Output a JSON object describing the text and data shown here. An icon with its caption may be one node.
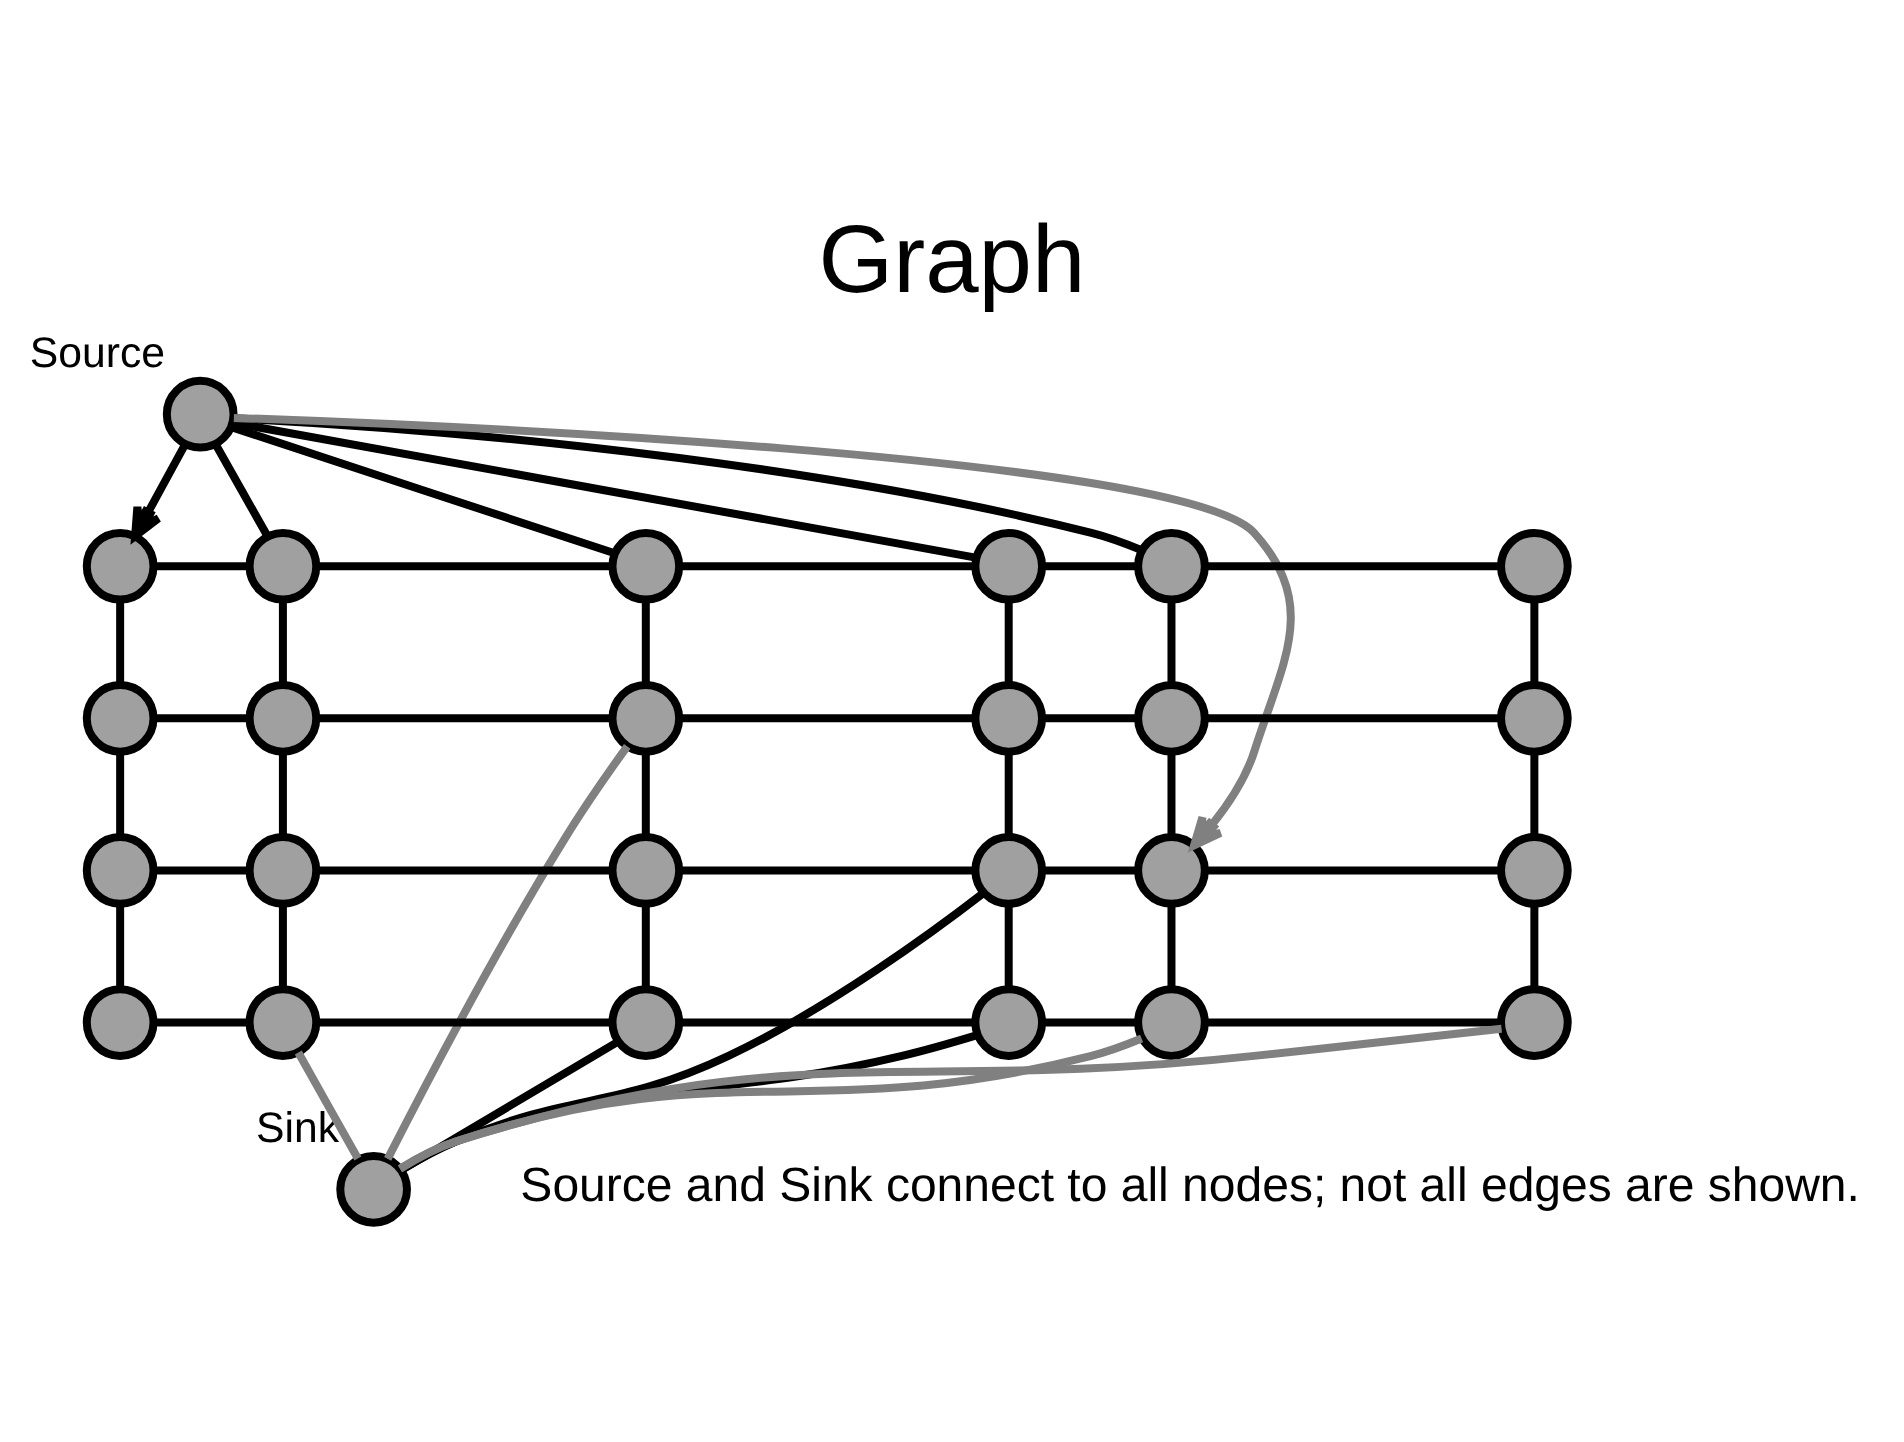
{
  "diagram": {
    "title": "Graph",
    "nodes": [
      {
        "text": [],
        "shape": "circle",
        "beside": [
          "Source"
        ]
      },
      {
        "text": [],
        "shape": "circle"
      },
      {
        "text": [],
        "shape": "circle"
      },
      {
        "text": [],
        "shape": "circle"
      },
      {
        "text": [],
        "shape": "circle"
      },
      {
        "text": [],
        "shape": "circle"
      },
      {
        "text": [],
        "shape": "circle"
      },
      {
        "text": [],
        "shape": "circle"
      },
      {
        "text": [],
        "shape": "circle"
      },
      {
        "text": [],
        "shape": "circle"
      },
      {
        "text": [],
        "shape": "circle"
      },
      {
        "text": [],
        "shape": "circle"
      },
      {
        "text": [],
        "shape": "circle"
      },
      {
        "text": [],
        "shape": "circle"
      },
      {
        "text": [],
        "shape": "circle"
      },
      {
        "text": [],
        "shape": "circle"
      },
      {
        "text": [],
        "shape": "circle"
      },
      {
        "text": [],
        "shape": "circle"
      },
      {
        "text": [],
        "shape": "circle"
      },
      {
        "text": [],
        "shape": "circle"
      },
      {
        "text": [],
        "shape": "circle"
      },
      {
        "text": [],
        "shape": "circle"
      },
      {
        "text": [],
        "shape": "circle"
      },
      {
        "text": [],
        "shape": "circle"
      },
      {
        "text": [],
        "shape": "circle"
      },
      {
        "text": [],
        "shape": "circle",
        "beside": [
          "Sink"
        ]
      }
    ],
    "edges": [
      {
        "from": 1,
        "to": 2,
        "arrow": "none"
      },
      {
        "from": 2,
        "to": 3,
        "arrow": "none"
      },
      {
        "from": 3,
        "to": 4,
        "arrow": "none"
      },
      {
        "from": 4,
        "to": 5,
        "arrow": "none"
      },
      {
        "from": 5,
        "to": 6,
        "arrow": "none"
      },
      {
        "from": 7,
        "to": 8,
        "arrow": "none"
      },
      {
        "from": 8,
        "to": 9,
        "arrow": "none"
      },
      {
        "from": 9,
        "to": 10,
        "arrow": "none"
      },
      {
        "from": 10,
        "to": 11,
        "arrow": "none"
      },
      {
        "from": 11,
        "to": 12,
        "arrow": "none"
      },
      {
        "from": 13,
        "to": 14,
        "arrow": "none"
      },
      {
        "from": 14,
        "to": 15,
        "arrow": "none"
      },
      {
        "from": 15,
        "to": 16,
        "arrow": "none"
      },
      {
        "from": 16,
        "to": 17,
        "arrow": "none"
      },
      {
        "from": 17,
        "to": 18,
        "arrow": "none"
      },
      {
        "from": 19,
        "to": 20,
        "arrow": "none"
      },
      {
        "from": 20,
        "to": 21,
        "arrow": "none"
      },
      {
        "from": 21,
        "to": 22,
        "arrow": "none"
      },
      {
        "from": 22,
        "to": 23,
        "arrow": "none"
      },
      {
        "from": 23,
        "to": 24,
        "arrow": "none"
      },
      {
        "from": 1,
        "to": 7,
        "arrow": "none"
      },
      {
        "from": 2,
        "to": 8,
        "arrow": "none"
      },
      {
        "from": 3,
        "to": 9,
        "arrow": "none"
      },
      {
        "from": 4,
        "to": 10,
        "arrow": "none"
      },
      {
        "from": 5,
        "to": 11,
        "arrow": "none"
      },
      {
        "from": 6,
        "to": 12,
        "arrow": "none"
      },
      {
        "from": 7,
        "to": 13,
        "arrow": "none"
      },
      {
        "from": 8,
        "to": 14,
        "arrow": "none"
      },
      {
        "from": 9,
        "to": 15,
        "arrow": "none"
      },
      {
        "from": 10,
        "to": 16,
        "arrow": "none"
      },
      {
        "from": 11,
        "to": 17,
        "arrow": "none"
      },
      {
        "from": 12,
        "to": 18,
        "arrow": "none"
      },
      {
        "from": 13,
        "to": 19,
        "arrow": "none"
      },
      {
        "from": 14,
        "to": 20,
        "arrow": "none"
      },
      {
        "from": 15,
        "to": 21,
        "arrow": "none"
      },
      {
        "from": 16,
        "to": 22,
        "arrow": "none"
      },
      {
        "from": 17,
        "to": 23,
        "arrow": "none"
      },
      {
        "from": 18,
        "to": 24,
        "arrow": "none"
      },
      {
        "from": 0,
        "to": 1,
        "arrow": "to"
      },
      {
        "from": 0,
        "to": 2,
        "arrow": "none"
      },
      {
        "from": 0,
        "to": 3,
        "arrow": "none"
      },
      {
        "from": 0,
        "to": 4,
        "arrow": "none"
      },
      {
        "from": 0,
        "to": 5,
        "arrow": "none"
      },
      {
        "from": 0,
        "to": 17,
        "arrow": "to",
        "color": "#808080"
      },
      {
        "from": 9,
        "to": 25,
        "arrow": "none",
        "color": "#808080"
      },
      {
        "from": 16,
        "to": 25,
        "arrow": "none"
      },
      {
        "from": 20,
        "to": 25,
        "arrow": "none",
        "color": "#808080"
      },
      {
        "from": 21,
        "to": 25,
        "arrow": "none"
      },
      {
        "from": 22,
        "to": 25,
        "arrow": "none"
      },
      {
        "from": 23,
        "to": 25,
        "arrow": "none",
        "color": "#808080"
      },
      {
        "from": 24,
        "to": 25,
        "arrow": "none",
        "color": "#808080"
      }
    ],
    "labels": [
      "Source and Sink connect to all nodes; not all edges are shown."
    ]
  }
}
